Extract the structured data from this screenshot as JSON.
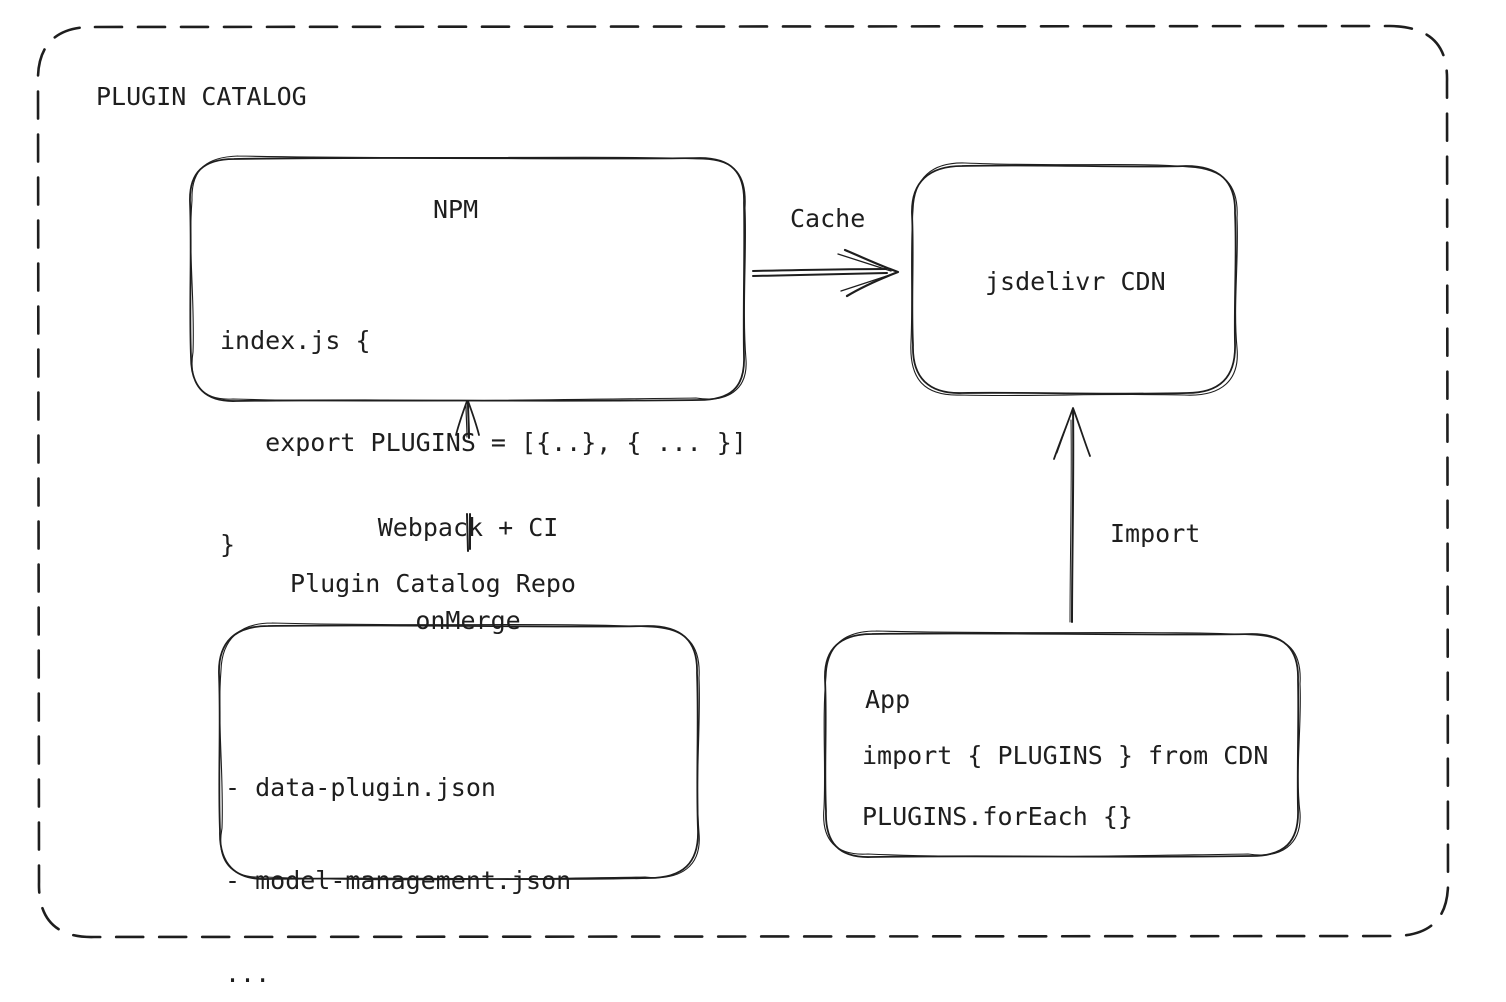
{
  "canvas": {
    "stroke_color": "#1e1e1e",
    "background_color": "#ffffff"
  },
  "frame": {
    "title": "PLUGIN CATALOG"
  },
  "nodes": {
    "npm": {
      "title": "NPM",
      "code": [
        "index.js {",
        "   export PLUGINS = [{..}, { ... }]",
        "}"
      ]
    },
    "cdn": {
      "title": "jsdelivr CDN"
    },
    "repo": {
      "title": "Plugin Catalog Repo",
      "files": [
        "- data-plugin.json",
        "- model-management.json",
        "..."
      ]
    },
    "app": {
      "title": "App",
      "code": [
        "import { PLUGINS } from CDN",
        "PLUGINS.forEach {}"
      ]
    }
  },
  "edges": {
    "cache": {
      "label": "Cache"
    },
    "build": {
      "labels": [
        "Webpack + CI",
        "onMerge"
      ]
    },
    "import": {
      "label": "Import"
    }
  }
}
